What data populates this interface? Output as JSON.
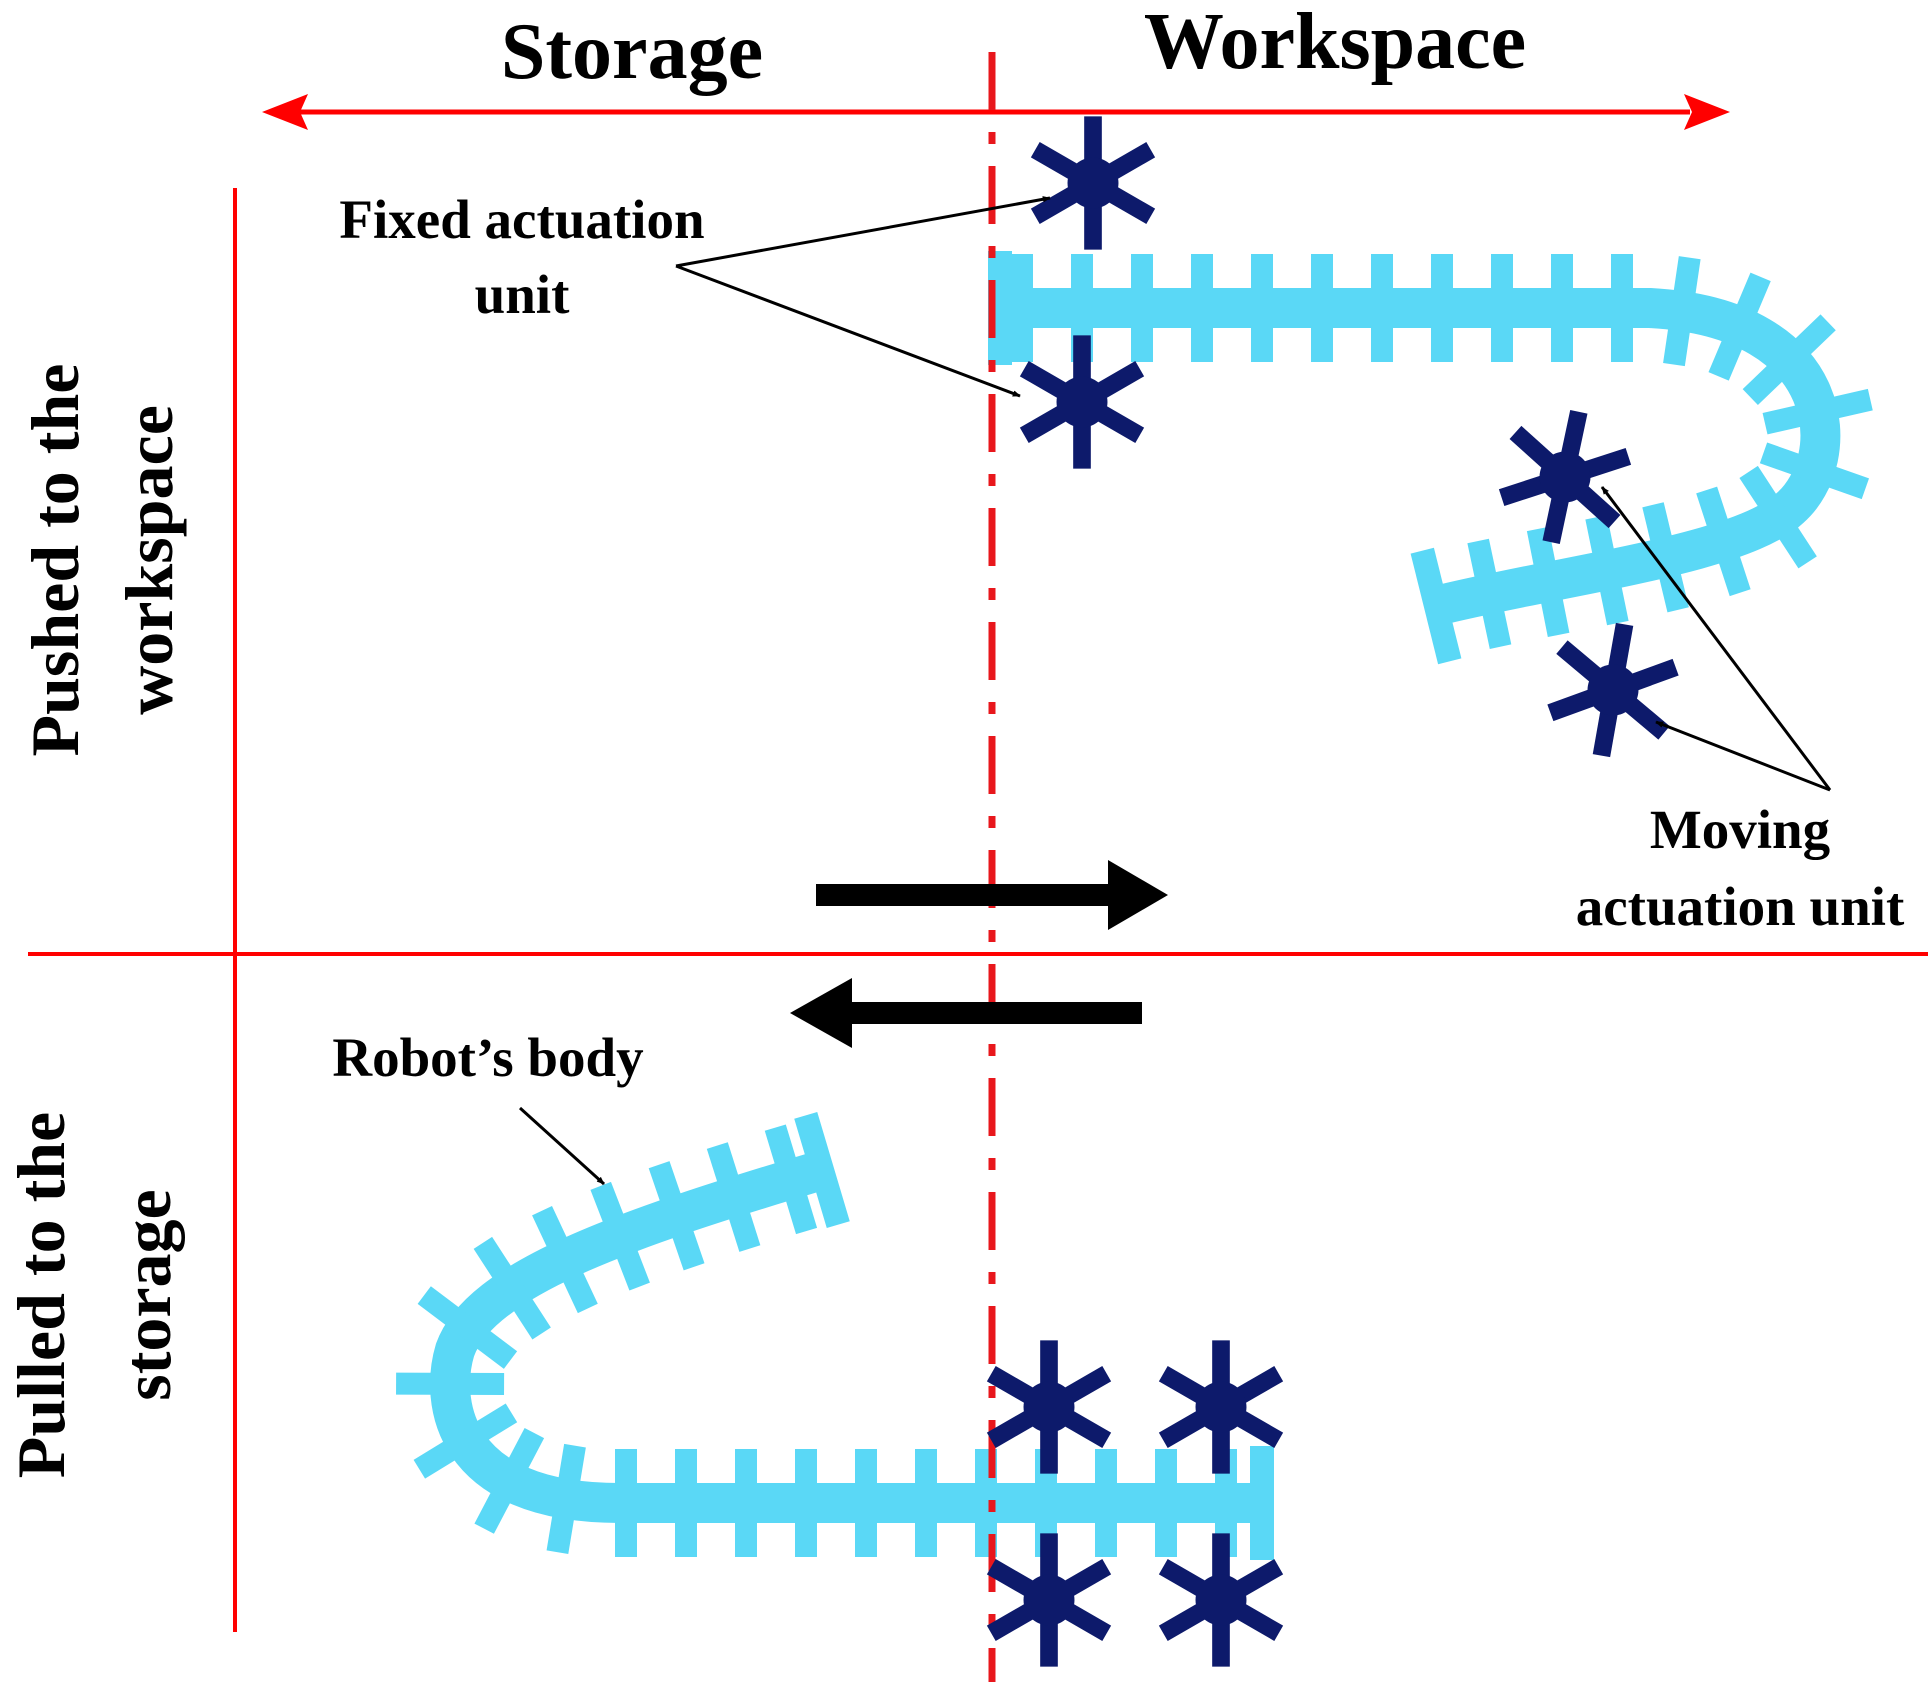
{
  "header": {
    "storage_label": "Storage",
    "workspace_label": "Workspace"
  },
  "rows": {
    "top_label_line1": "Pushed to the",
    "top_label_line2": "workspace",
    "bottom_label_line1": "Pulled to the",
    "bottom_label_line2": "storage"
  },
  "annotations": {
    "fixed_unit_line1": "Fixed actuation",
    "fixed_unit_line2": "unit",
    "moving_unit_line1": "Moving",
    "moving_unit_line2": "actuation unit",
    "robot_body": "Robot’s body"
  },
  "colors": {
    "divider_red": "#ff0000",
    "boundary_red": "#e8171c",
    "robot_body": "#5ad8f6",
    "actuator_navy": "#0d1a6b",
    "arrow_black": "#000000"
  },
  "icons": {
    "actuator": "asterisk-gear-icon",
    "direction_push": "arrow-right-icon",
    "direction_pull": "arrow-left-icon"
  }
}
